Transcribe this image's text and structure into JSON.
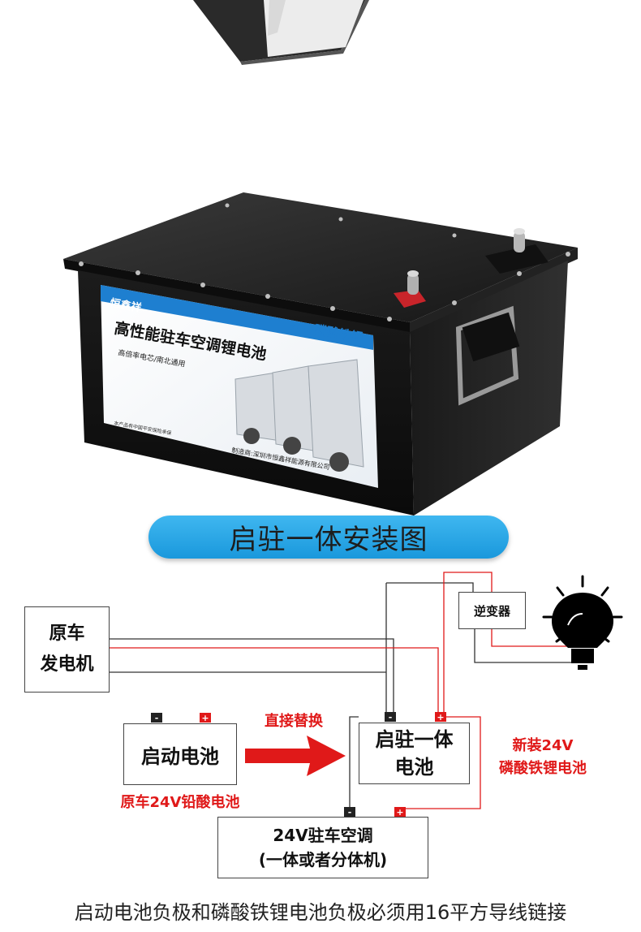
{
  "product_image": {
    "brand": "恒鑫祥",
    "label_title": "高性能驻车空调锂电池",
    "label_badge": "24V磷酸铁锂",
    "label_subtitle": "高倍率电芯/南北通用",
    "manufacturer": "制造商:深圳市恒鑫祥能源有限公司",
    "warranty_note": "本产品有中国平安保险承保"
  },
  "section_title": "启驻一体安装图",
  "diagram": {
    "generator": [
      "原车",
      "发电机"
    ],
    "inverter": "逆变器",
    "start_battery": "启动电池",
    "start_battery_note": "原车24V铅酸电池",
    "replace_label": "直接替换",
    "integrated_battery": [
      "启驻一体",
      "电池"
    ],
    "new_battery_note": [
      "新装24V",
      "磷酸铁锂电池"
    ],
    "ac_unit": [
      "24V驻车空调",
      "(一体或者分体机)"
    ],
    "neg_symbol": "-",
    "pos_symbol": "+"
  },
  "footer_text": "启动电池负极和磷酸铁锂电池负极必须用16平方导线链接",
  "colors": {
    "accent_blue": "#1a98dc",
    "wire_red": "#e01919",
    "wire_dark": "#333333"
  }
}
